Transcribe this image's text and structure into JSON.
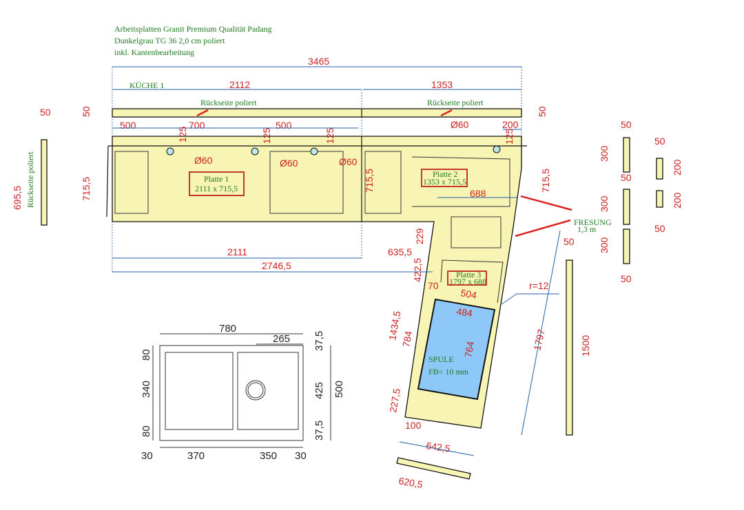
{
  "header": {
    "line1": "Arbeitsplatten Granit Premium Qualität Padang",
    "line2": "Dunkelgrau TG 36 2,0 cm poliert",
    "line3": "inkl. Kantenbearbeitung"
  },
  "kitchen": "KÜCHE 1",
  "back_polished": "Rückseite poliert",
  "side_back_polished": "Rückseite poliert",
  "dims": {
    "total": "3465",
    "d2112": "2112",
    "d1353": "1353",
    "d50a": "50",
    "d50b": "50",
    "d50c": "50",
    "d500a": "500",
    "d700": "700",
    "d500b": "500",
    "d200": "200",
    "d125a": "125",
    "d125b": "125",
    "d125c": "125",
    "d125d": "125",
    "dia": "Ø60",
    "d715a": "715,5",
    "d715b": "715,5",
    "d715c": "715,5",
    "d695": "695,5",
    "d688": "688",
    "d2111": "2111",
    "d2746": "2746,5",
    "d635": "635,5",
    "d229": "229",
    "d422": "422,5",
    "d70": "70",
    "d504": "504",
    "d484": "484",
    "d764": "764",
    "d784": "784",
    "d1434": "1434,5",
    "d227": "227,5",
    "d100": "100",
    "d642": "642,5",
    "d620": "620,5",
    "d1797": "1797",
    "d1500": "1500",
    "d300a": "300",
    "d300b": "300",
    "d300c": "300",
    "d200a": "200",
    "d200b": "200",
    "d50d": "50",
    "d50e": "50",
    "d50f": "50",
    "d50g": "50",
    "d50h": "50",
    "d50i": "50",
    "r12": "r=12"
  },
  "plates": [
    {
      "name": "Platte 1",
      "size": "2111 x 715,5"
    },
    {
      "name": "Platte 2",
      "size": "1353 x 715,5"
    },
    {
      "name": "Platte 3",
      "size": "1797 x 688"
    }
  ],
  "milling": {
    "label": "FRESUNG",
    "length": "1,3 m"
  },
  "sink": {
    "label": "SPULE",
    "fb": "FB= 10 mm"
  },
  "sink_detail": {
    "w780": "780",
    "w265": "265",
    "h37a": "37,5",
    "h80a": "80",
    "h340": "340",
    "h425": "425",
    "h500": "500",
    "h80b": "80",
    "h37b": "37,5",
    "w30a": "30",
    "w370": "370",
    "w350": "350",
    "w30b": "30"
  },
  "colors": {
    "plate": "#f8f5b4",
    "sink": "#8ec8f8",
    "dimension": "#1f5fa8",
    "value": "#cc2222",
    "note": "#1f7a1f"
  }
}
